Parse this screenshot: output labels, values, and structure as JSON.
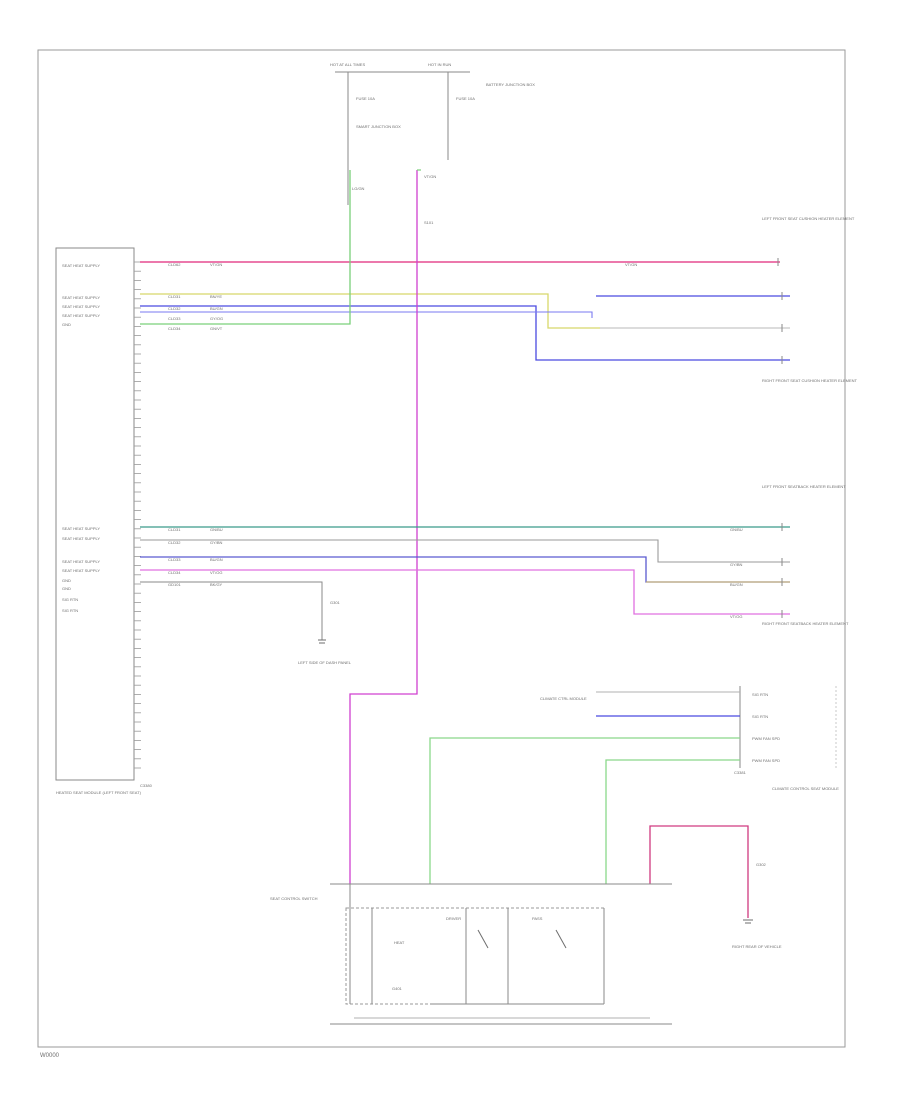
{
  "footer_code": "W0000",
  "grounds": [
    "G301",
    "G302"
  ],
  "ground_cap": "GND",
  "top_labels": {
    "hot_a": "HOT AT ALL TIMES",
    "hot_b": "HOT IN RUN",
    "fuse_a": "FUSE 10A",
    "fuse_b": "FUSE 10A",
    "sj_box": "SMART JUNCTION BOX",
    "bjb": "BATTERY JUNCTION BOX",
    "wire_top_left": "LG/GN",
    "wire_top_mid": "VT/GN",
    "splice": "S101"
  },
  "module": {
    "name": "HEATED SEAT MODULE (LEFT FRONT SEAT)",
    "pins_top": [
      "SEAT HEAT SUPPLY",
      "SEAT HEAT SUPPLY",
      "SEAT HEAT SUPPLY",
      "SEAT HEAT SUPPLY",
      "GND"
    ],
    "pins_bot": [
      "SEAT HEAT SUPPLY",
      "SEAT HEAT SUPPLY",
      "SEAT HEAT SUPPLY",
      "SEAT HEAT SUPPLY",
      "GND",
      "SIG RTN",
      "SIG RTN"
    ],
    "connector": "C3380"
  },
  "wire_codes": {
    "r1": [
      "CLD62",
      "VT/GN",
      "VT/GN"
    ],
    "r2": [
      "CLD31",
      "BN/YE"
    ],
    "r3": [
      "CLD32",
      "BU/GN"
    ],
    "r4": [
      "CLD33",
      "GY/OG"
    ],
    "r5": [
      "CLD34",
      "GN/VT"
    ],
    "r6": [
      "CLD31",
      "GN/BU",
      "GN/BU"
    ],
    "r7": [
      "CLD32",
      "GY/BN",
      "GY/BN"
    ],
    "r8": [
      "CLD33",
      "BU/GN",
      "BU/GN"
    ],
    "r9": [
      "CLD34",
      "VT/OG",
      "VT/OG"
    ],
    "r10": [
      "GD101",
      "BK/GY"
    ]
  },
  "seats": {
    "lf_cushion": "LEFT FRONT SEAT CUSHION HEATER ELEMENT",
    "rf_cushion": "RIGHT FRONT SEAT CUSHION HEATER ELEMENT",
    "lf_back": "LEFT FRONT SEATBACK HEATER ELEMENT",
    "rf_back": "RIGHT FRONT SEATBACK HEATER ELEMENT"
  },
  "climate": {
    "name": "CLIMATE CONTROL SEAT MODULE",
    "pins": [
      "SIG RTN",
      "SIG RTN",
      "PWM FAN SPD",
      "PWM FAN SPD"
    ],
    "c_label": "C3381",
    "left_label": "CLIMATE CTRL MODULE"
  },
  "switch": {
    "name": "SEAT CONTROL SWITCH",
    "labels": [
      "HEAT",
      "DRIVER",
      "PASS"
    ],
    "gnd": "G401"
  },
  "grounds_text": {
    "left": "LEFT SIDE OF DASH PANEL",
    "right": "RIGHT REAR OF VEHICLE"
  }
}
